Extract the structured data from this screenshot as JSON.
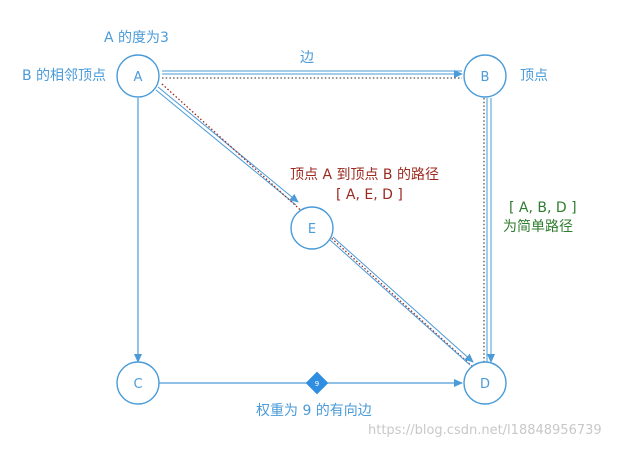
{
  "colors": {
    "node": "#4a9bd8",
    "path_red": "#9b2a1f",
    "path_dark": "#555555",
    "simple_path_green": "#2f7d2f",
    "weight_diamond": "#2f8ee0",
    "watermark": "#c8c8c8"
  },
  "nodes": {
    "a": "A",
    "b": "B",
    "c": "C",
    "d": "D",
    "e": "E"
  },
  "labels": {
    "degree": "A 的度为3",
    "neighbor": "B 的相邻顶点",
    "edge": "边",
    "vertex": "顶点",
    "path_title": "顶点 A 到顶点 B 的路径",
    "path_value": "[ A, E, D ]",
    "simple_path_value": "[ A, B, D ]",
    "simple_path_text": "为简单路径",
    "weight_edge": "权重为 9 的有向边",
    "weight_value": "9"
  },
  "watermark": "https://blog.csdn.net/l18848956739"
}
